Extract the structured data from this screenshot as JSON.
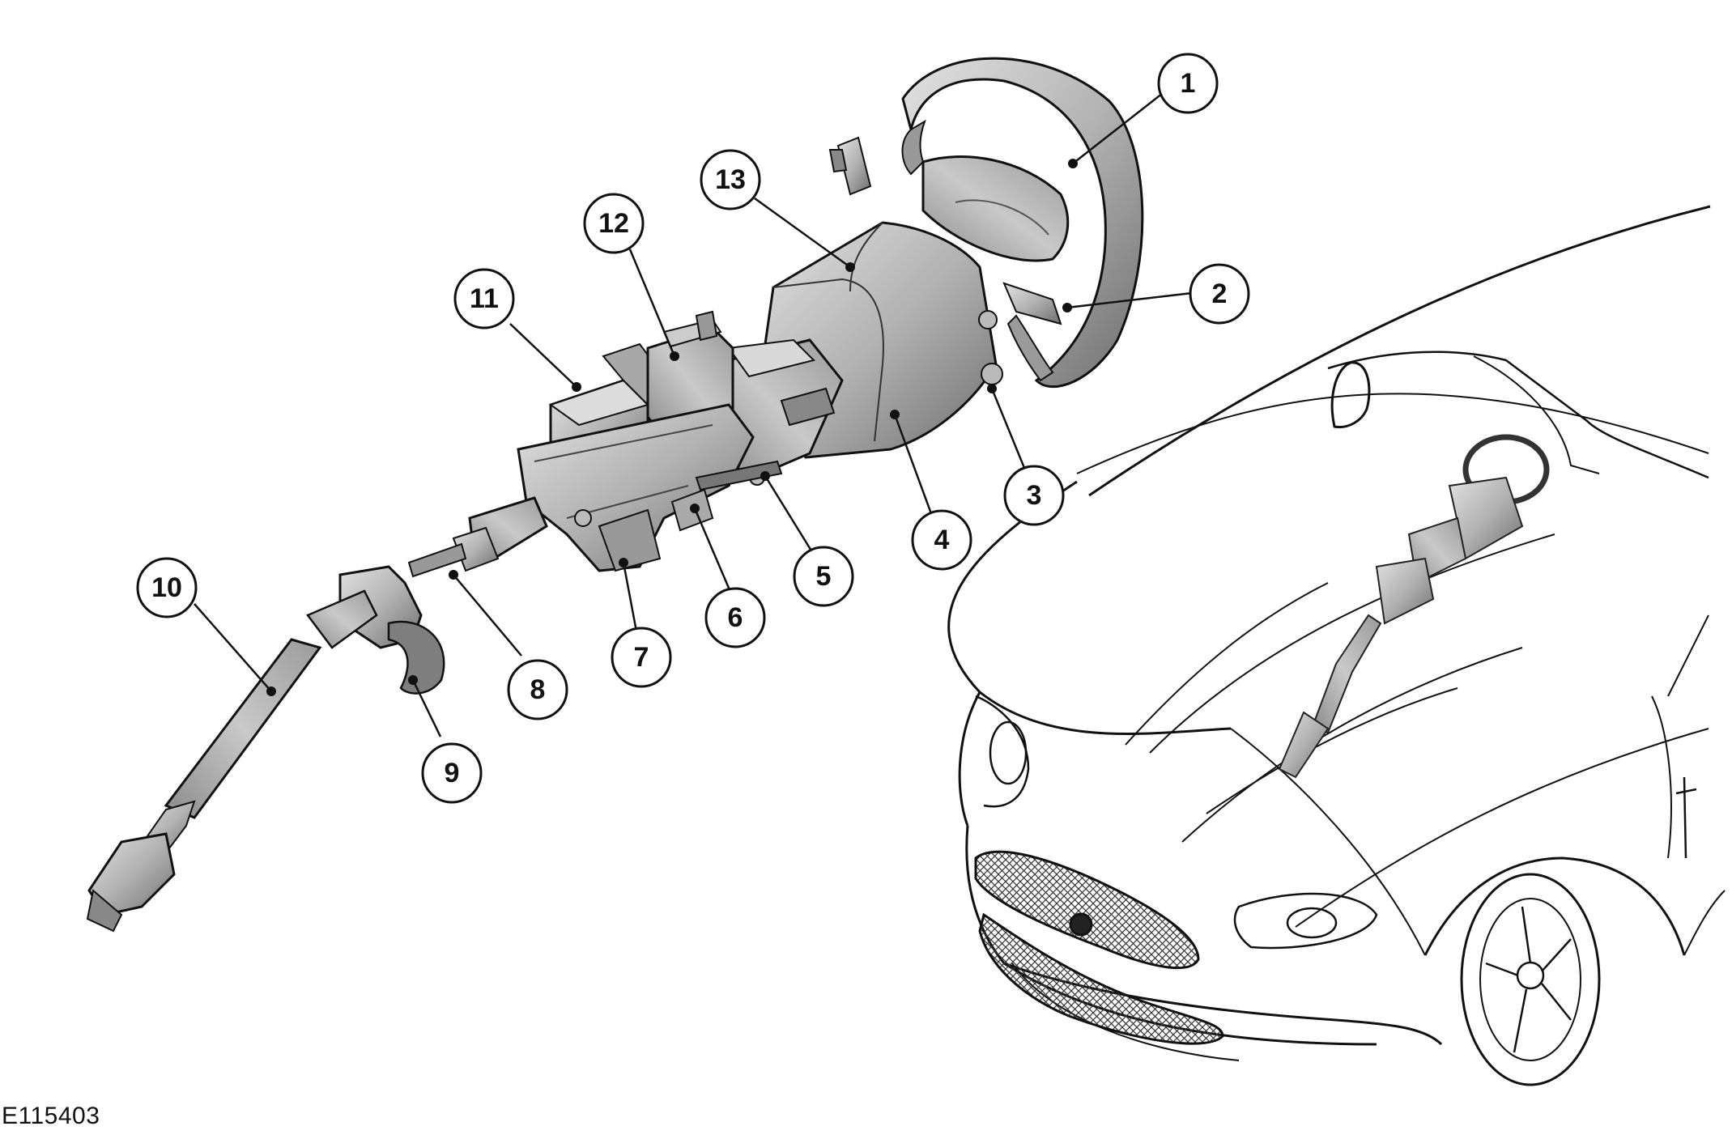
{
  "figure_id": "E115403",
  "callouts": [
    {
      "label": "1"
    },
    {
      "label": "2"
    },
    {
      "label": "3"
    },
    {
      "label": "4"
    },
    {
      "label": "5"
    },
    {
      "label": "6"
    },
    {
      "label": "7"
    },
    {
      "label": "8"
    },
    {
      "label": "9"
    },
    {
      "label": "10"
    },
    {
      "label": "11"
    },
    {
      "label": "12"
    },
    {
      "label": "13"
    }
  ],
  "colors": {
    "part_fill": "#b4b4b4",
    "part_dark": "#7a7a7a",
    "part_light": "#d8d8d8",
    "outline": "#111111"
  }
}
